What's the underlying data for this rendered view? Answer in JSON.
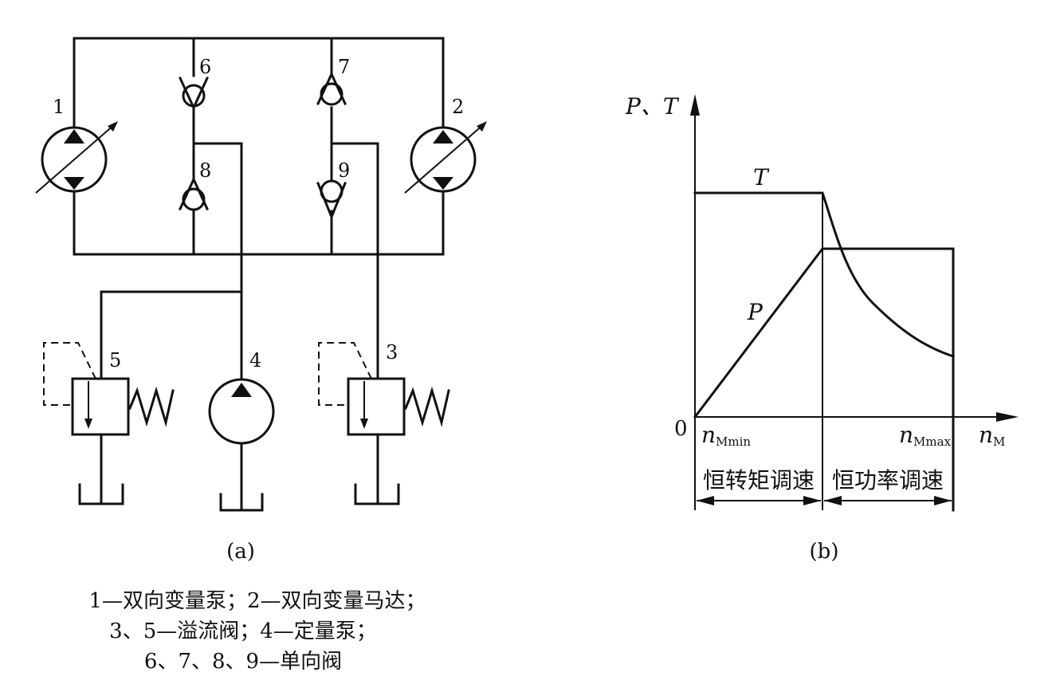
{
  "figure_a": {
    "labels": {
      "c1": "1",
      "c2": "2",
      "c3": "3",
      "c4": "4",
      "c5": "5",
      "c6": "6",
      "c7": "7",
      "c8": "8",
      "c9": "9"
    },
    "caption": "(a)",
    "legend": [
      "1—双向变量泵；2—双向变量马达；",
      "3、5—溢流阀；4—定量泵；",
      "6、7、8、9—单向阀"
    ]
  },
  "figure_b": {
    "caption": "(b)",
    "y_axis_label": "P、T",
    "origin_label": "0",
    "curve_T_label": "T",
    "curve_P_label": "P",
    "x_min_label": {
      "main": "n",
      "sub": "Mmin"
    },
    "x_max_label": {
      "main": "n",
      "sub": "Mmax"
    },
    "x_axis_label": {
      "main": "n",
      "sub": "M"
    },
    "region_left": "恒转矩调速",
    "region_right": "恒功率调速"
  }
}
